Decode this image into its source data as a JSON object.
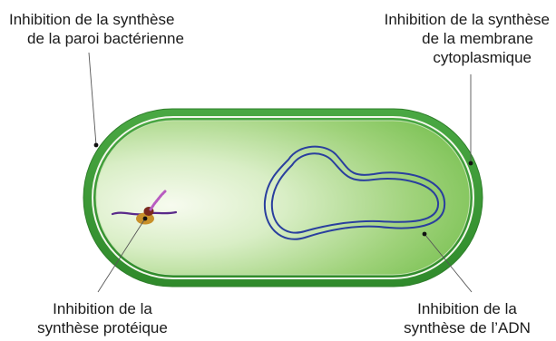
{
  "labels": {
    "wall": [
      "Inhibition de la synthèse",
      "de la paroi bactérienne"
    ],
    "membrane": [
      "Inhibition de la synthèse",
      "de la membrane",
      "cytoplasmique"
    ],
    "protein": [
      "Inhibition de la",
      "synthèse protéique"
    ],
    "dna": [
      "Inhibition de la",
      "synthèse de l’ADN"
    ]
  },
  "colors": {
    "wall": "#3a9a35",
    "wall_dark": "#2f7f2b",
    "membrane_line": "#f4f8ec",
    "cytoplasm_center": "#f7fbef",
    "cytoplasm_edge": "#7cc255",
    "dna": "#2a3f9e",
    "mrna": "#5a2a8a",
    "ribosome": "#c8902a",
    "leader": "#555555"
  }
}
